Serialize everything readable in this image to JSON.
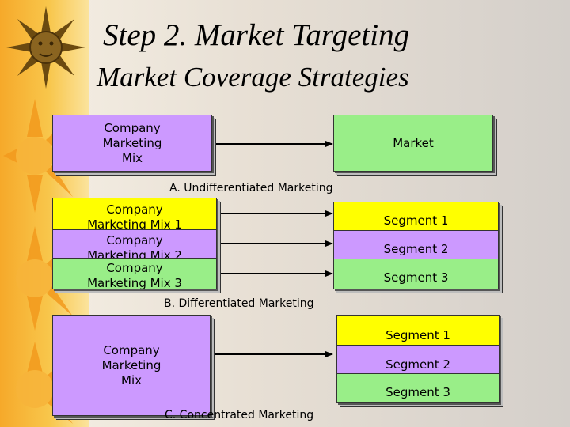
{
  "title": {
    "line1": "Step 2.  Market Targeting",
    "line2": "Market Coverage Strategies"
  },
  "undifferentiated": {
    "company_box": "Company Marketing Mix",
    "market_box": "Market",
    "caption": "A.  Undifferentiated Marketing"
  },
  "differentiated": {
    "mix1": "Company Marketing Mix 1",
    "mix2": "Company Marketing Mix 2",
    "mix3": "Company Marketing Mix 3",
    "segment1": "Segment 1",
    "segment2": "Segment 2",
    "segment3": "Segment 3",
    "caption": "B.  Differentiated Marketing"
  },
  "concentrated": {
    "company_box": "Company Marketing Mix",
    "segment1": "Segment 1",
    "segment2": "Segment 2",
    "segment3": "Segment 3",
    "caption": "C.  Concentrated Marketing"
  },
  "colors": {
    "purple": "#cc99ff",
    "green": "#99ee88",
    "yellow": "#ffff00",
    "accent": "#f6a92a"
  }
}
